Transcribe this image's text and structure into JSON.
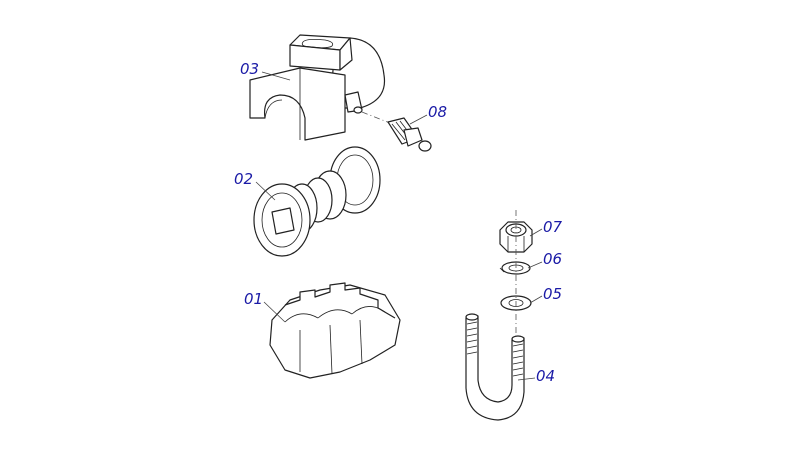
{
  "diagram": {
    "label_color": "#1a1aa6",
    "line_color": "#222222",
    "callouts": {
      "c01": "01",
      "c02": "02",
      "c03": "03",
      "c04": "04",
      "c05": "05",
      "c06": "06",
      "c07": "07",
      "c08": "08"
    }
  }
}
